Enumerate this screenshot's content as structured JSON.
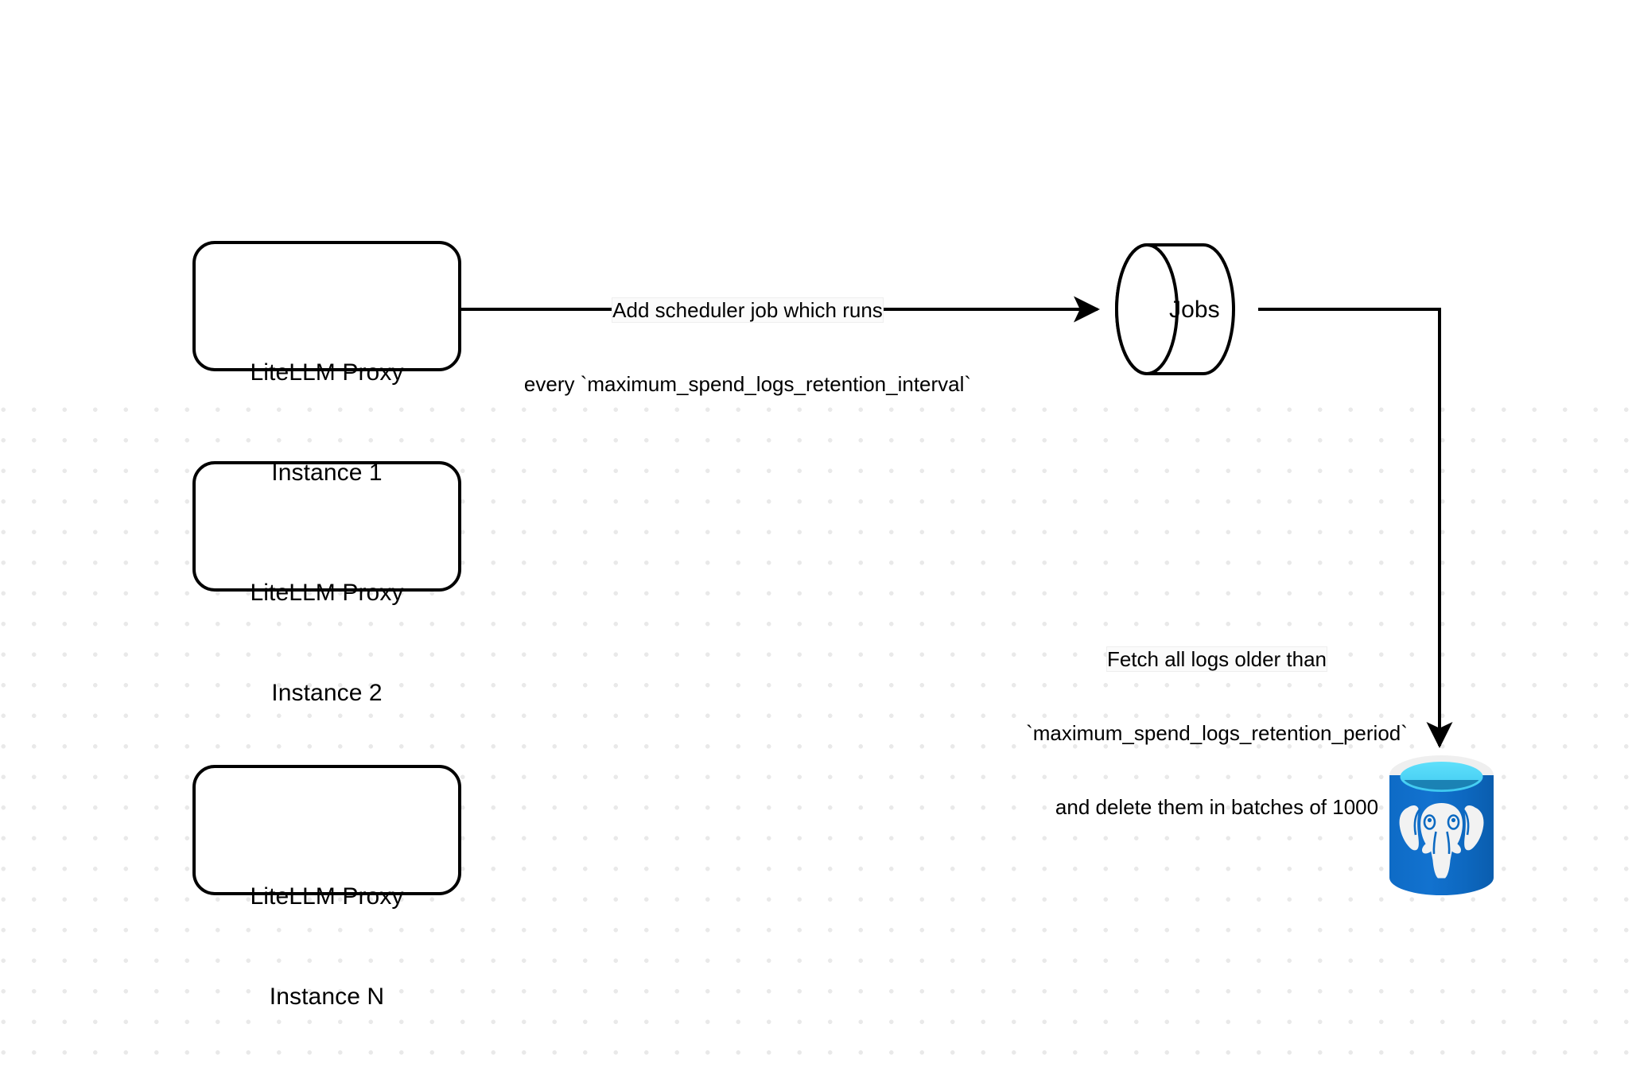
{
  "diagram": {
    "type": "flow-diagram",
    "background_color": "#ffffff",
    "grid_dot_color": "#e9e9e9",
    "stroke_color": "#000000",
    "nodes": [
      {
        "id": "proxy-1",
        "shape": "rounded-rectangle",
        "label_line1": "LiteLLM Proxy",
        "label_line2": "Instance 1"
      },
      {
        "id": "proxy-2",
        "shape": "rounded-rectangle",
        "label_line1": "LiteLLM Proxy",
        "label_line2": "Instance 2"
      },
      {
        "id": "proxy-n",
        "shape": "rounded-rectangle",
        "label_line1": "LiteLLM Proxy",
        "label_line2": "Instance N"
      },
      {
        "id": "jobs",
        "shape": "cylinder-horizontal",
        "label": "Jobs"
      },
      {
        "id": "postgres",
        "shape": "database-cylinder",
        "label": "",
        "icon": "postgresql-elephant-icon",
        "body_color": "#1b6fc4",
        "top_color": "#4fd3f5",
        "rim_color": "#efefef",
        "inner_color": "#1f7fb5"
      }
    ],
    "edges": [
      {
        "id": "edge-proxy1-jobs",
        "from": "proxy-1",
        "to": "jobs",
        "label_line1": "Add scheduler job which runs",
        "label_line2": "every `maximum_spend_logs_retention_interval`",
        "highlight_fragment": "Add scheduler"
      },
      {
        "id": "edge-jobs-postgres",
        "from": "jobs",
        "to": "postgres",
        "label_line1": "Fetch all logs older than",
        "label_line2": "`maximum_spend_logs_retention_period`",
        "label_line3": "and delete them in batches of 1000",
        "highlight_fragment": "Fetch all logs older than"
      }
    ]
  }
}
